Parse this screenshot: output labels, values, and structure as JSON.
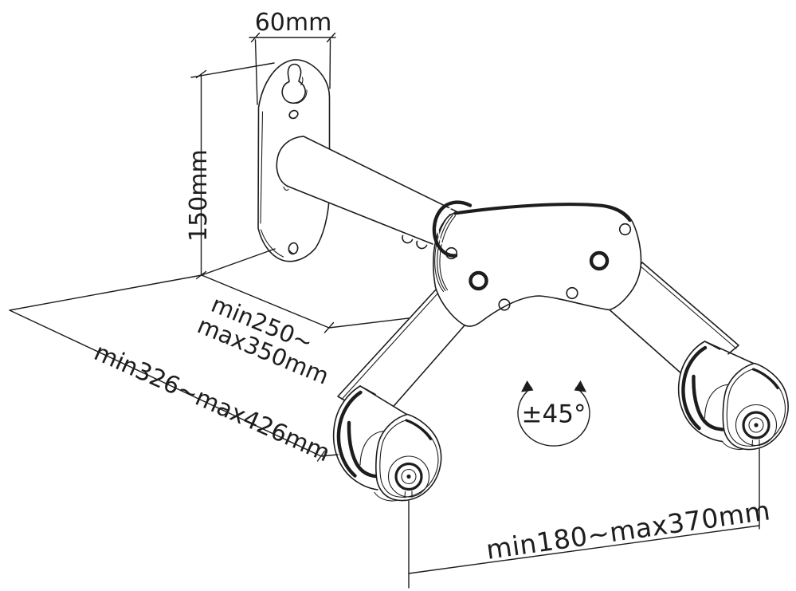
{
  "colors": {
    "stroke": "#1d1d1d",
    "background": "#ffffff"
  },
  "labels": {
    "plate_width": "60mm",
    "plate_height": "150mm",
    "wall_reach_line1": "min250~",
    "wall_reach_line2": "max350mm",
    "diagonal_reach": "min326~max426mm",
    "swivel_range": "±45°",
    "head_spread": "min180~max370mm"
  }
}
